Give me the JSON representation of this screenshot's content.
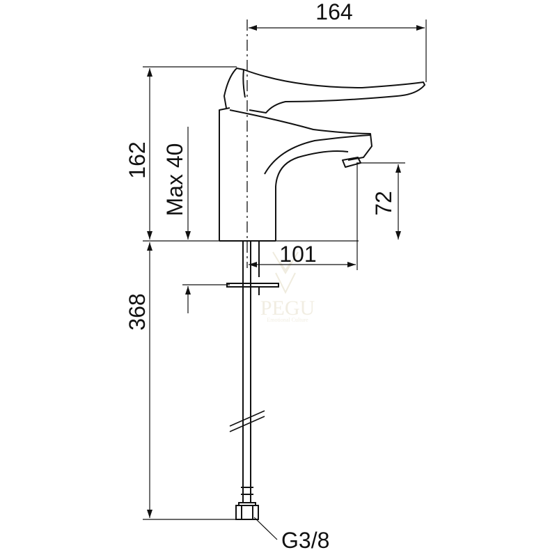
{
  "dimensions": {
    "total_width": "164",
    "total_height": "162",
    "max_thickness": "Max 40",
    "spout_height": "72",
    "spout_reach": "101",
    "hose_length": "368"
  },
  "connection": {
    "thread": "G3/8"
  },
  "watermark": {
    "text": "PEGU",
    "tagline": "Emotional Culture"
  },
  "colors": {
    "line": "#111111",
    "background": "#ffffff",
    "watermark": "#e6e0cc"
  }
}
